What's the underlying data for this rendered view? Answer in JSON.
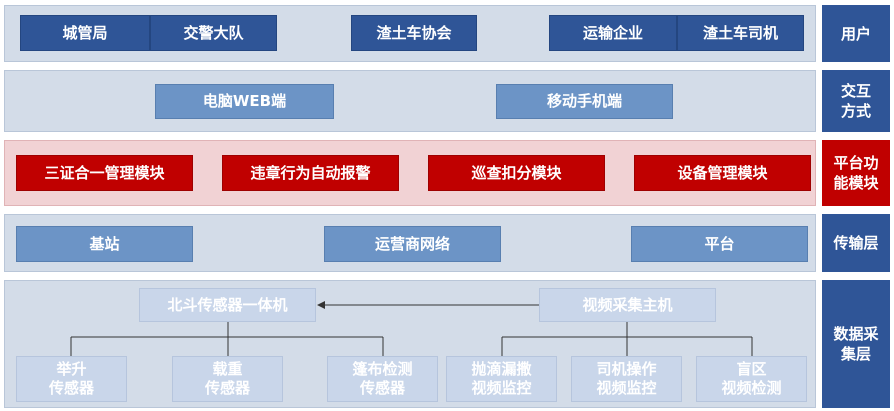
{
  "layers": {
    "user": {
      "label": "用户",
      "items": [
        "城管局",
        "交警大队",
        "渣土车协会",
        "运输企业",
        "渣土车司机"
      ]
    },
    "interaction": {
      "label": "交互\n方式",
      "items": [
        "电脑WEB端",
        "移动手机端"
      ]
    },
    "platform": {
      "label": "平台功\n能模块",
      "items": [
        "三证合一管理模块",
        "违章行为自动报警",
        "巡查扣分模块",
        "设备管理模块"
      ]
    },
    "transport": {
      "label": "传输层",
      "items": [
        "基站",
        "运营商网络",
        "平台"
      ]
    },
    "data": {
      "label": "数据采\n集层",
      "hubs": [
        "北斗传感器一体机",
        "视频采集主机"
      ],
      "sensors": [
        "举升\n传感器",
        "载重\n传感器",
        "篷布检测\n传感器",
        "抛滴漏撒\n视频监控",
        "司机操作\n视频监控",
        "盲区\n视频检测"
      ]
    }
  }
}
